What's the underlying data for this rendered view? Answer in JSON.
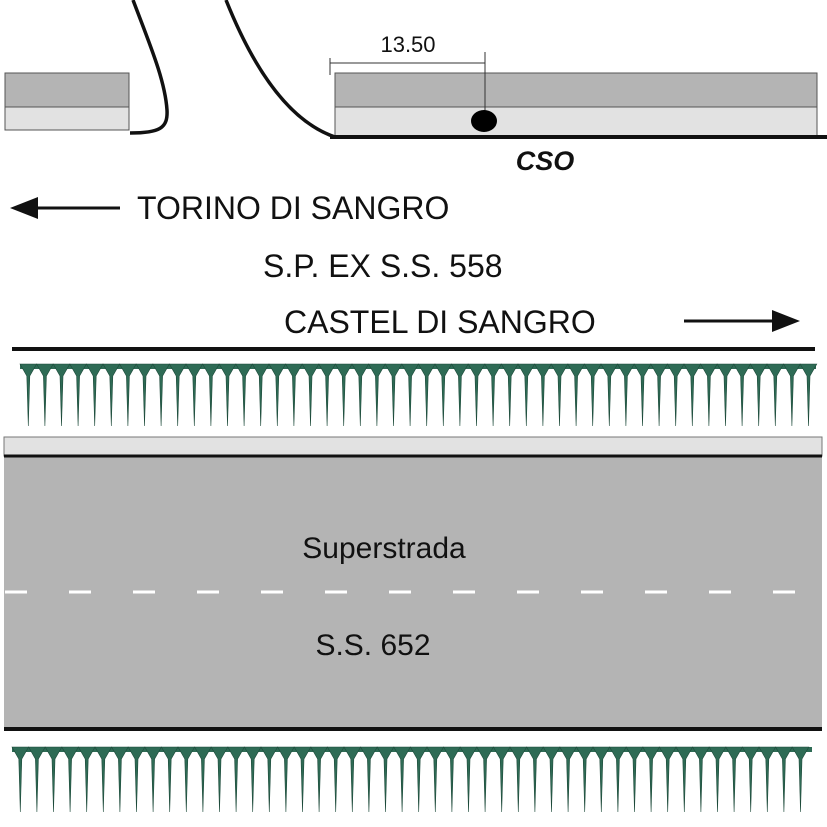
{
  "colors": {
    "road_asphalt": "#b4b4b4",
    "road_light": "#e2e2e2",
    "edge_line": "#111111",
    "tree": "#2e6b55",
    "lane_dash": "#ffffff"
  },
  "top": {
    "dimension_label": "13.50",
    "marker_label": "CSO",
    "marker_icon": "filled-circle"
  },
  "directions": {
    "left": {
      "label": "TORINO DI SANGRO",
      "icon": "arrow-left"
    },
    "road_name": "S.P. EX S.S. 558",
    "right": {
      "label": "CASTEL DI SANGRO",
      "icon": "arrow-right"
    }
  },
  "highway": {
    "label_upper": "Superstrada",
    "label_lower": "S.S. 652"
  }
}
